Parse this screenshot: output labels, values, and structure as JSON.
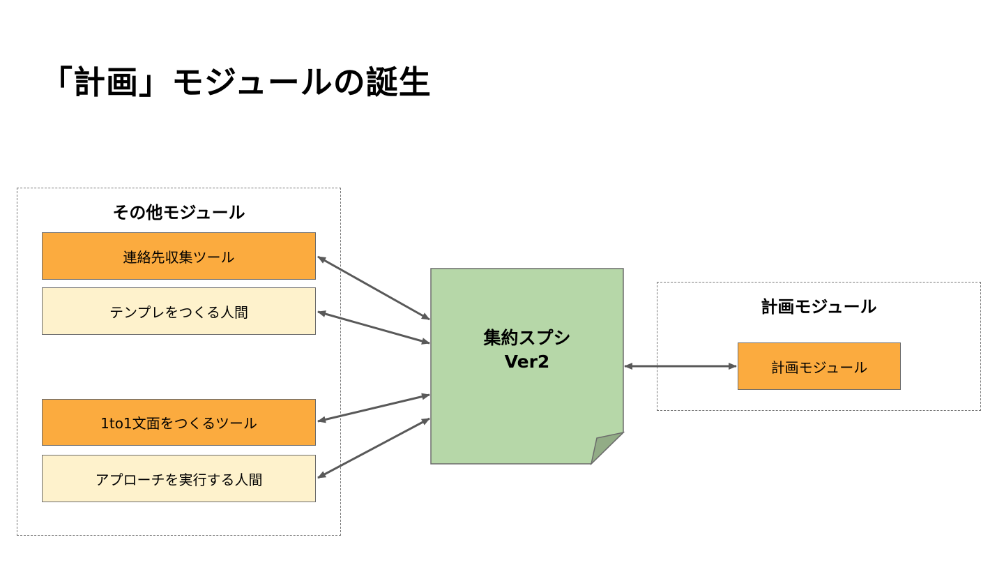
{
  "title": "「計画」モジュールの誕生",
  "groups": {
    "other": {
      "label": "その他モジュール"
    },
    "plan": {
      "label": "計画モジュール"
    }
  },
  "boxes": {
    "contact_tool": "連絡先収集ツール",
    "template_person": "テンプレをつくる人間",
    "onetoone_tool": "1to1文面をつくるツール",
    "approach_person": "アプローチを実行する人間",
    "plan_module": "計画モジュール"
  },
  "sheet": {
    "line1": "集約スプシ",
    "line2": "Ver2"
  },
  "colors": {
    "orange": "#fbab3f",
    "cream": "#fef2cc",
    "sheet": "#b6d7a8",
    "arrow": "#595959"
  }
}
